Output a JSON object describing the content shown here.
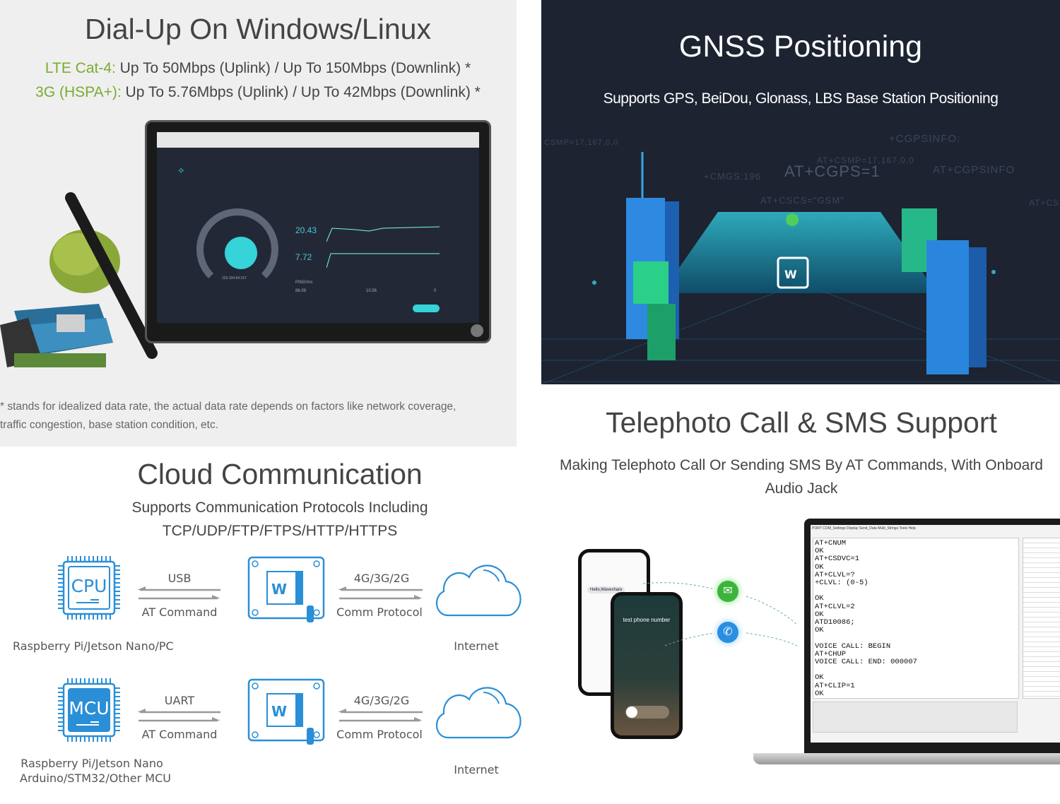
{
  "dialup": {
    "title": "Dial-Up On Windows/Linux",
    "lte_label": "LTE Cat-4:",
    "lte_text": " Up To 50Mbps (Uplink) / Up To 150Mbps (Downlink) *",
    "hspa_label": "3G (HSPA+):",
    "hspa_text": " Up To 5.76Mbps (Uplink) / Up To 42Mbps (Downlink) *",
    "footnote_1": "* stands for idealized data rate, the actual data rate depends on factors like network coverage,",
    "footnote_2": "traffic congestion, base station condition, etc.",
    "speedtest": {
      "download_value": "20.43",
      "upload_value": "7.72",
      "ping_label": "PING/ms",
      "ping_value": "86.09",
      "jitter_value": "10.56",
      "loss_value": "0",
      "ip": "223.104.64.157"
    }
  },
  "gnss": {
    "title": "GNSS Positioning",
    "subtitle": "Supports GPS, BeiDou, Glonass, LBS Base Station Positioning",
    "bg_commands": [
      "CSMP=17,167,0,0",
      "+CGPSINFO:",
      "AT+CSMP=17,167,0,0",
      "+CMGS:196",
      "AT+CGPS=1",
      "AT+CGPSINFO",
      "AT+CSCS=\"GSM\"",
      "AT+CS"
    ]
  },
  "telephony": {
    "title": "Telephoto Call & SMS Support",
    "subtitle_1": "Making Telephoto Call Or Sending SMS By AT Commands, With Onboard",
    "subtitle_2": "Audio Jack",
    "phone_call_text": "test phone number",
    "sms_text": "Hello,Waveshare",
    "window_menu": "PORT COM_Settings Display Send_Data Multi_Strings Tools Help",
    "terminal_lines": [
      "AT+CNUM",
      "OK",
      "AT+CSDVC=1",
      "OK",
      "AT+CLVL=?",
      "+CLVL: (0-5)",
      "",
      "OK",
      "AT+CLVL=2",
      "OK",
      "ATD10086;",
      "OK",
      "",
      "VOICE CALL: BEGIN",
      "AT+CHUP",
      "VOICE CALL: END: 000007",
      "",
      "OK",
      "AT+CLIP=1",
      "OK"
    ]
  },
  "cloud": {
    "title": "Cloud Communication",
    "subtitle_1": "Supports Communication Protocols Including",
    "subtitle_2": "TCP/UDP/FTP/FTPS/HTTP/HTTPS",
    "rows": [
      {
        "chip": "CPU",
        "link": "USB",
        "cmd": "AT Command",
        "net": "4G/3G/2G",
        "proto": "Comm Protocol",
        "host_1": "Raspberry Pi/Jetson Nano/PC",
        "host_2": "",
        "cloud": "Internet"
      },
      {
        "chip": "MCU",
        "link": "UART",
        "cmd": "AT Command",
        "net": "4G/3G/2G",
        "proto": "Comm Protocol",
        "host_1": "Raspberry Pi/Jetson Nano",
        "host_2": "Arduino/STM32/Other MCU",
        "cloud": "Internet"
      }
    ],
    "accent": "#2a8fd6"
  }
}
